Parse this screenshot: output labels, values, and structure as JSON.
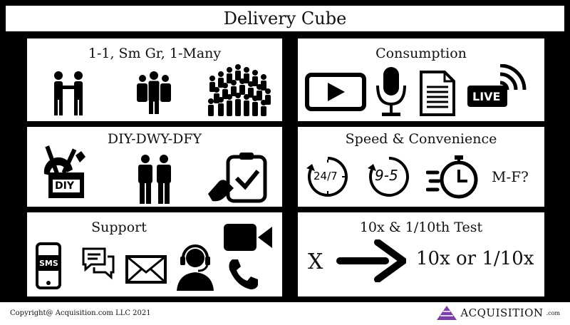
{
  "title": "Delivery Cube",
  "left_column": [
    {
      "heading": "1-1, Sm Gr, 1-Many",
      "icons": [
        "handshake-icon",
        "small-group-icon",
        "crowd-icon"
      ]
    },
    {
      "heading": "DIY-DWY-DFY",
      "icons": [
        "diy-toolbox-icon",
        "two-people-icon",
        "clipboard-check-icon"
      ],
      "toolbox_label": "DIY"
    },
    {
      "heading": "Support",
      "icons": [
        "sms-phone-icon",
        "chat-bubbles-icon",
        "envelope-icon",
        "headset-agent-icon",
        "video-camera-icon",
        "telephone-icon"
      ],
      "sms_label": "SMS"
    }
  ],
  "right_column": [
    {
      "heading": "Consumption",
      "icons": [
        "video-play-icon",
        "microphone-icon",
        "document-icon",
        "live-broadcast-icon"
      ],
      "live_label": "LIVE"
    },
    {
      "heading": "Speed & Convenience",
      "icons": [
        "clock-24-7-icon",
        "clock-9-5-icon",
        "fast-stopwatch-icon"
      ],
      "label_24_7": "24/7",
      "label_9_5": "9-5",
      "mf_label": "M-F?"
    },
    {
      "heading": "10x & 1/10th Test",
      "x_label": "X",
      "result_label": "10x or 1/10x",
      "icons": [
        "right-arrow-icon"
      ]
    }
  ],
  "footer": {
    "copyright": "Copyright@ Acquisition.com LLC 2021",
    "brand": "ACQUISITION",
    "brand_suffix": ".com"
  },
  "colors": {
    "frame": "#000000",
    "panel": "#ffffff",
    "text": "#111111",
    "logo": "#7b3fa8"
  }
}
